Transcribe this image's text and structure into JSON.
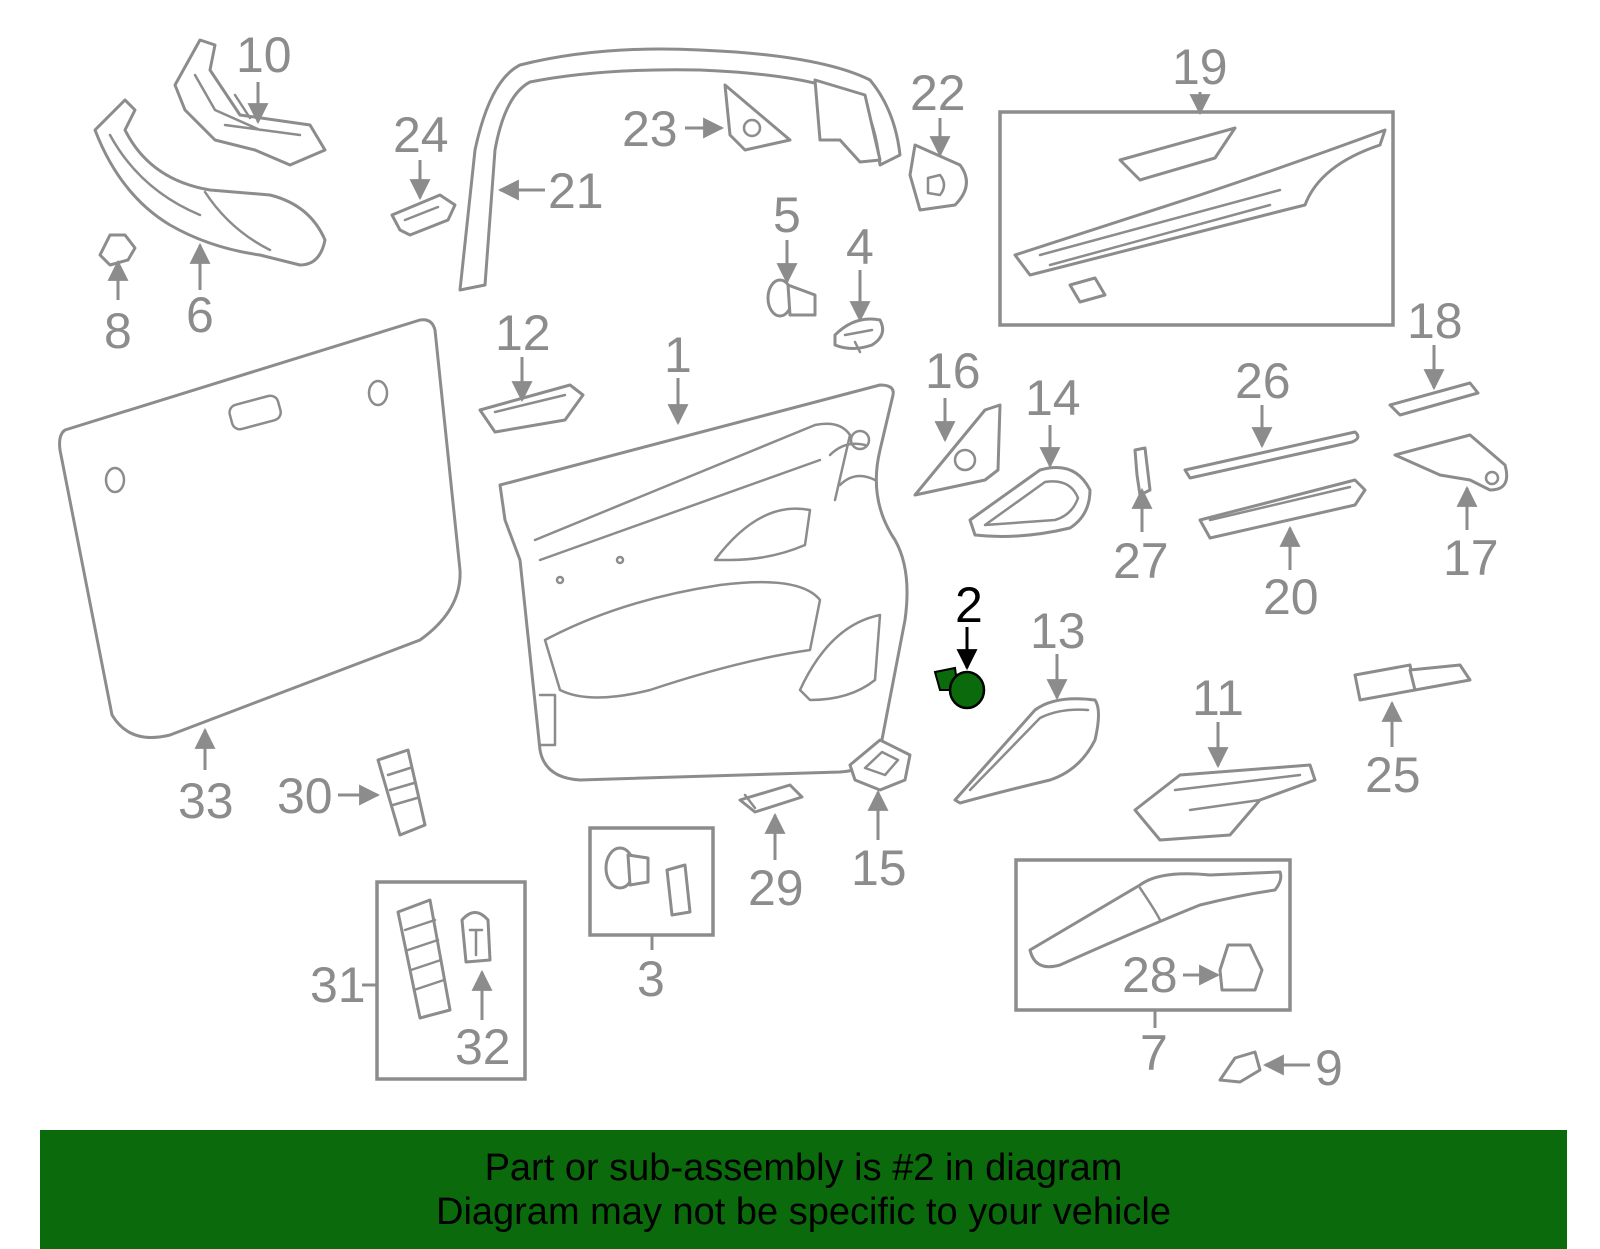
{
  "labels": {
    "l1": "1",
    "l2": "2",
    "l3": "3",
    "l4": "4",
    "l5": "5",
    "l6": "6",
    "l7": "7",
    "l8": "8",
    "l9": "9",
    "l10": "10",
    "l11": "11",
    "l12": "12",
    "l13": "13",
    "l14": "14",
    "l15": "15",
    "l16": "16",
    "l17": "17",
    "l18": "18",
    "l19": "19",
    "l20": "20",
    "l21": "21",
    "l22": "22",
    "l23": "23",
    "l24": "24",
    "l25": "25",
    "l26": "26",
    "l27": "27",
    "l28": "28",
    "l29": "29",
    "l30": "30",
    "l31": "31",
    "l32": "32",
    "l33": "33"
  },
  "highlighted_part": "2",
  "colors": {
    "highlight_part": "#0b6a0b",
    "banner_background": "#0b6a0b",
    "line_art": "#8c8c8c"
  },
  "banner": {
    "line1": "Part or sub-assembly is #2 in diagram",
    "line2": "Diagram may not be specific to your vehicle"
  }
}
